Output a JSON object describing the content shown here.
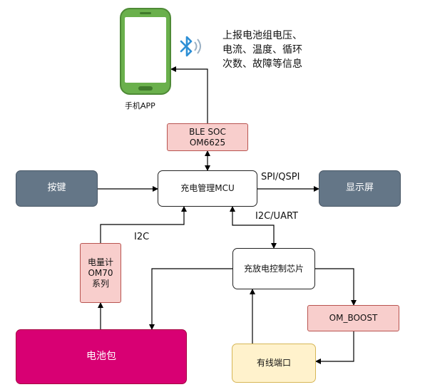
{
  "phone": {
    "caption": "手机APP"
  },
  "info_text": [
    "上报电池组电压、",
    "电流、温度、循环",
    "次数、故障等信息"
  ],
  "nodes": {
    "ble_soc": [
      "BLE SOC",
      "OM6625"
    ],
    "mcu": "充电管理MCU",
    "key": "按键",
    "display": "显示屏",
    "fuel_gauge": [
      "电量计",
      "OM70",
      "系列"
    ],
    "charge_ic": "充放电控制芯片",
    "boost": "OM_BOOST",
    "battery": "电池包",
    "wired_port": "有线端口"
  },
  "edge_labels": {
    "spi": "SPI/QSPI",
    "i2c_uart": "I2C/UART",
    "i2c": "I2C"
  },
  "colors": {
    "phone_green": "#6ab04c",
    "bluetooth_blue": "#2d8fd5",
    "pink_fill": "#f8cecc",
    "slate_fill": "#647687",
    "magenta_fill": "#d80073",
    "yellow_fill": "#fff2cc"
  },
  "icons": [
    "smartphone-icon",
    "bluetooth-icon"
  ]
}
